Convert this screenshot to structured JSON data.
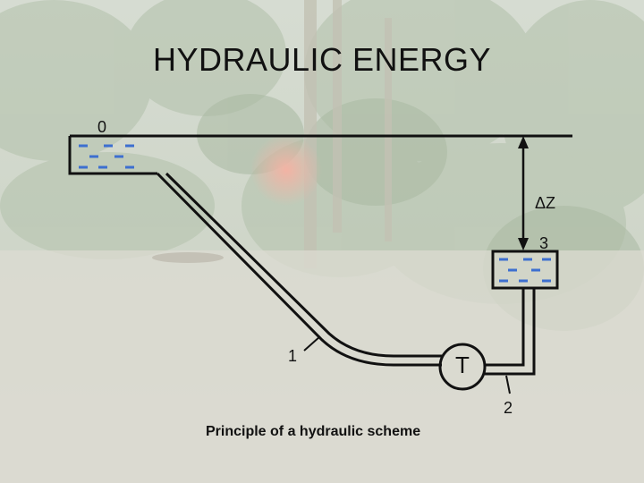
{
  "slide": {
    "title": "HYDRAULIC ENERGY",
    "caption": "Principle of a hydraulic scheme"
  },
  "diagram": {
    "labels": {
      "upper_reservoir": "0",
      "penstock_bottom": "1",
      "turbine_outlet": "2",
      "tailwater": "3",
      "head": "ΔZ",
      "turbine": "T"
    }
  },
  "colors": {
    "water": "#3d6fd0",
    "lines": "#111111"
  }
}
